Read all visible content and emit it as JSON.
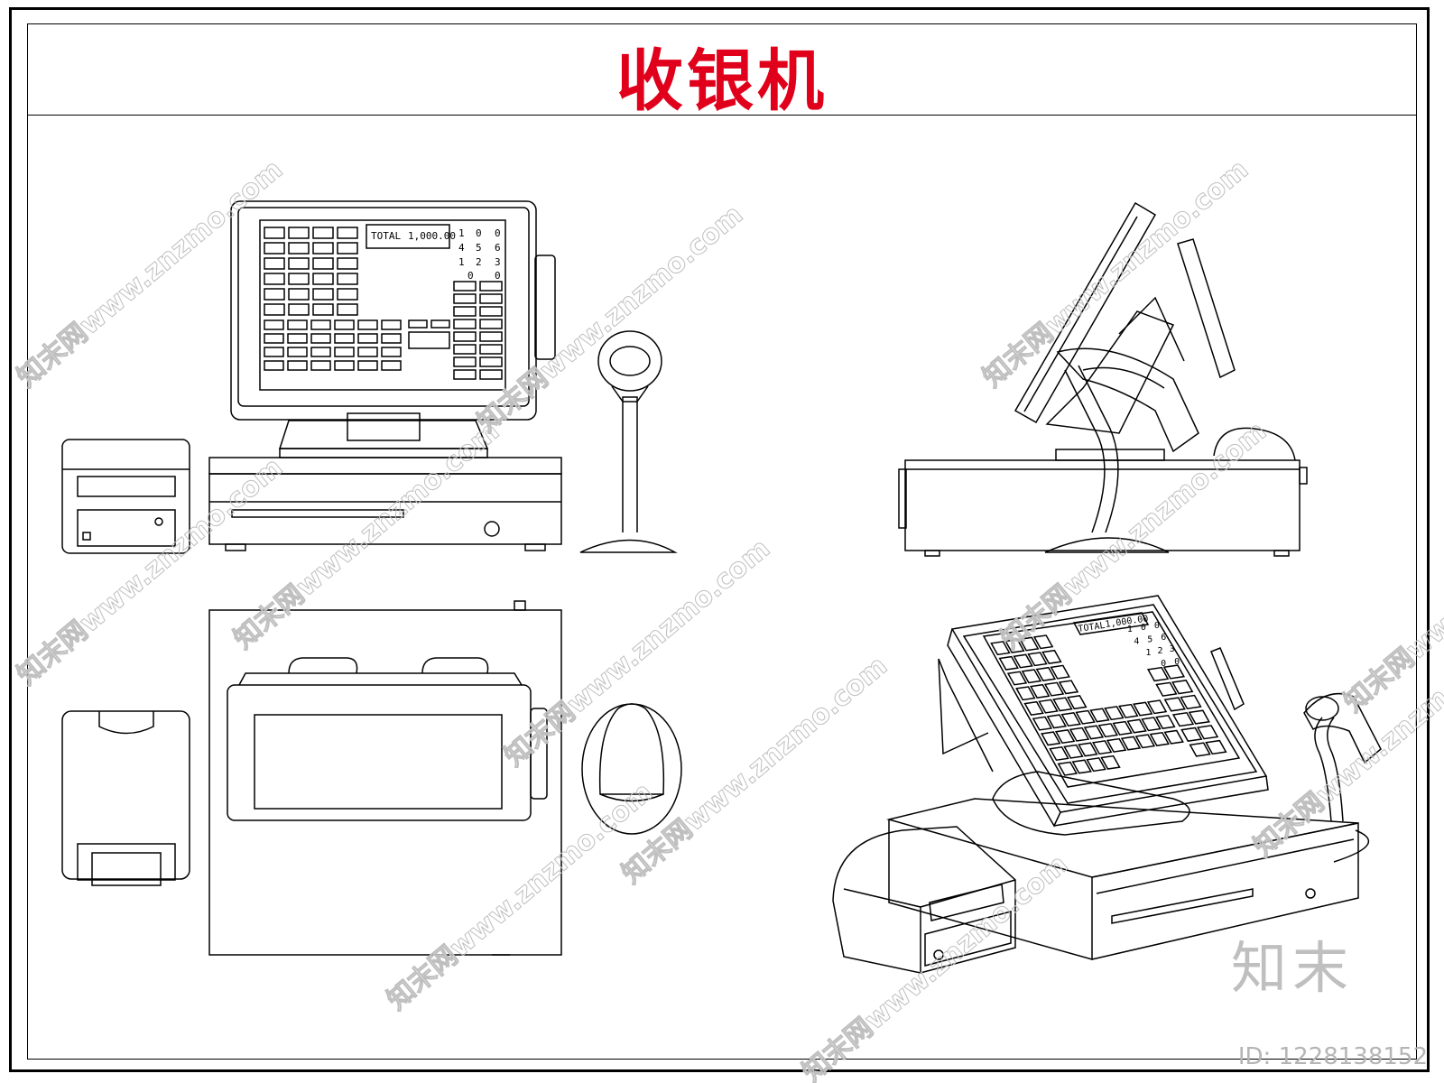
{
  "title": "收银机",
  "views": {
    "front": {
      "screen_total_label": "TOTAL",
      "screen_total_value": "1,000.00",
      "keypad": [
        "1",
        "0",
        "0",
        "4",
        "5",
        "6",
        "1",
        "2",
        "3",
        "0",
        "0"
      ]
    },
    "iso": {
      "screen_total_label": "TOTAL",
      "screen_total_value": "1,000.00",
      "keypad": [
        "1",
        "0",
        "0",
        "4",
        "5",
        "6",
        "1",
        "2",
        "3",
        "0",
        "0"
      ]
    }
  },
  "watermark": {
    "text": "知末网www.znzmo.com",
    "brand": "知末",
    "id_label": "ID: 1228138152"
  },
  "colors": {
    "title": "#e0001b",
    "line": "#000000",
    "watermark": "#bfbfbf"
  }
}
